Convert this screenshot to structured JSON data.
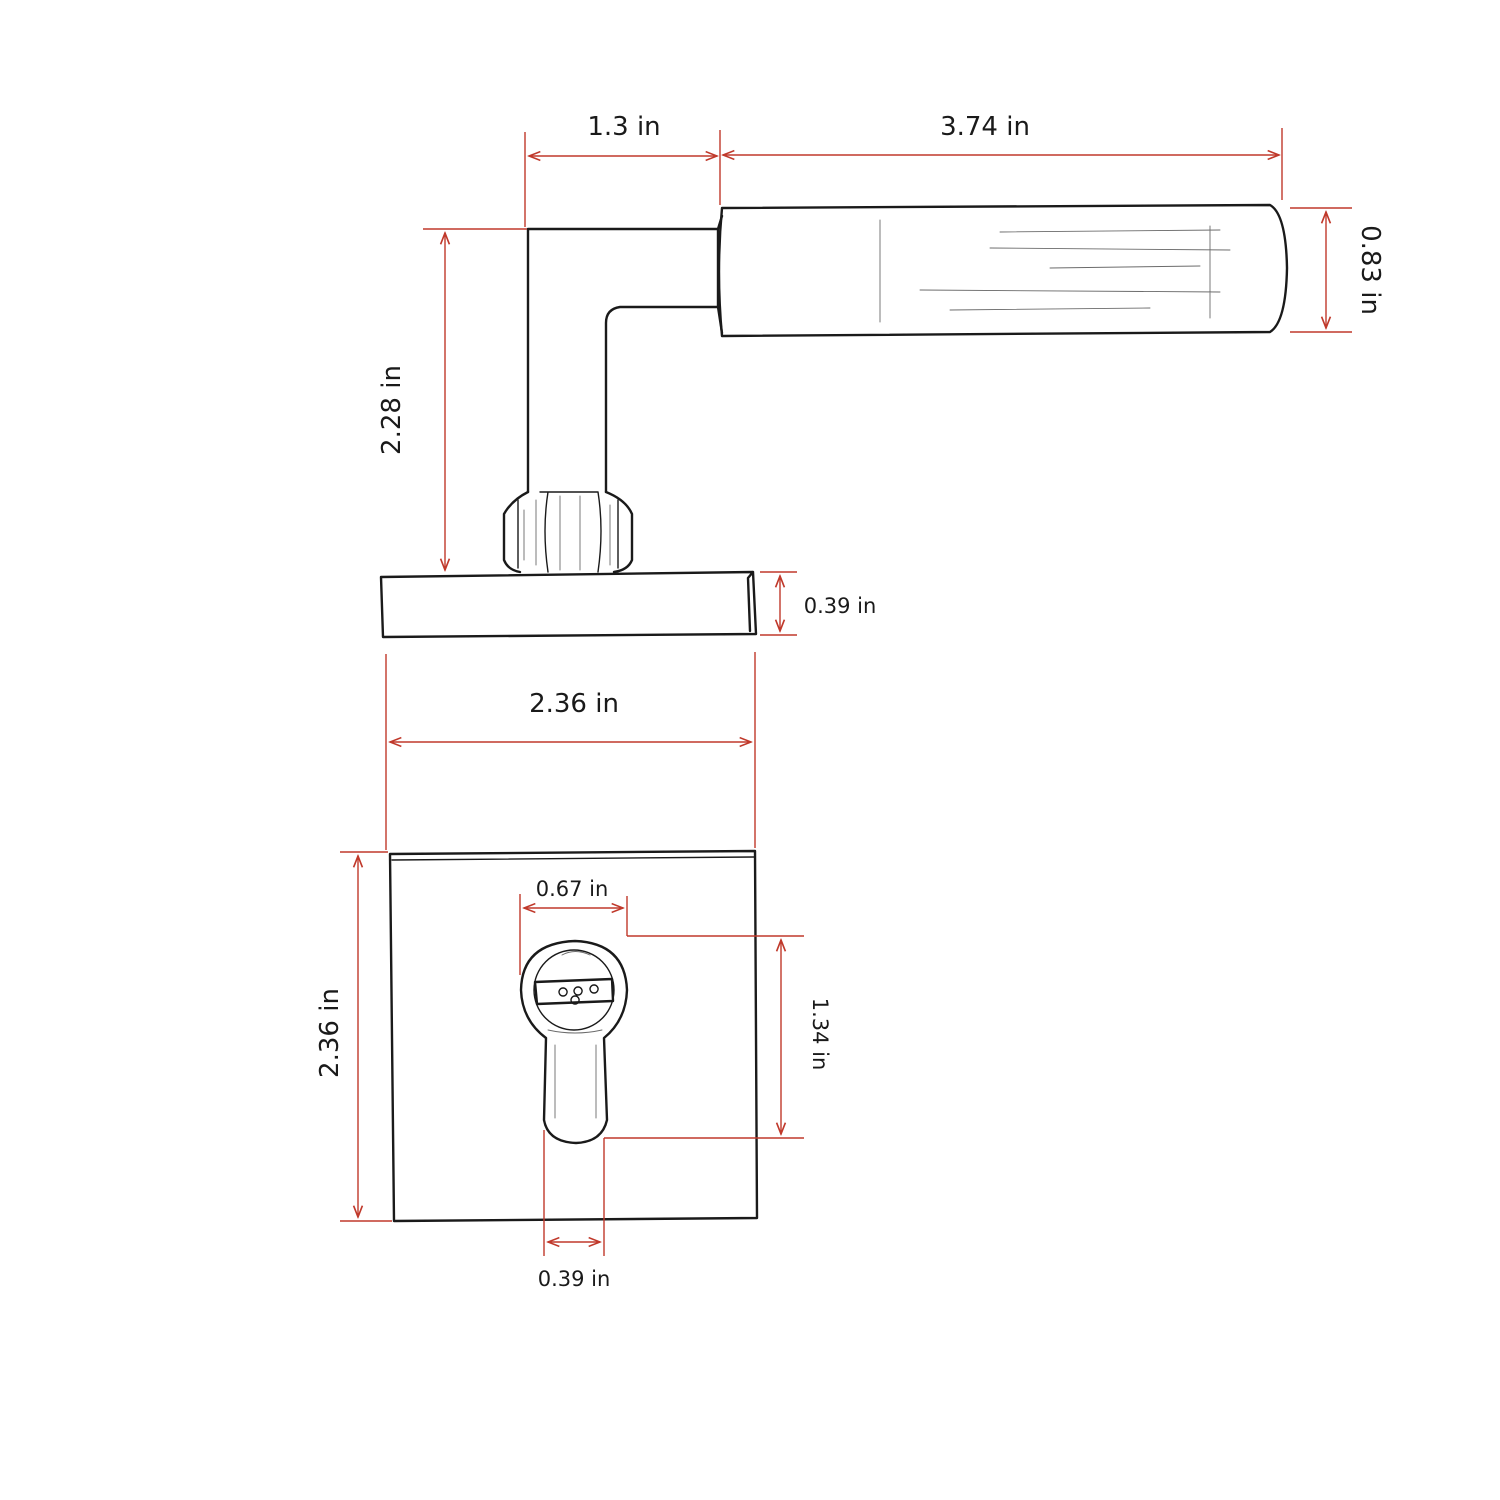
{
  "colors": {
    "dimension": "#c0392b",
    "outline": "#1a1a1a",
    "background": "#ffffff"
  },
  "dimensions": {
    "neck_length": "1.3 in",
    "handle_length": "3.74 in",
    "handle_diameter": "0.83 in",
    "lever_height": "2.28 in",
    "rose_thickness": "0.39 in",
    "rose_width": "2.36 in",
    "plate_height": "2.36 in",
    "cylinder_width": "0.67 in",
    "cylinder_height": "1.34 in",
    "keyway_width": "0.39 in"
  }
}
